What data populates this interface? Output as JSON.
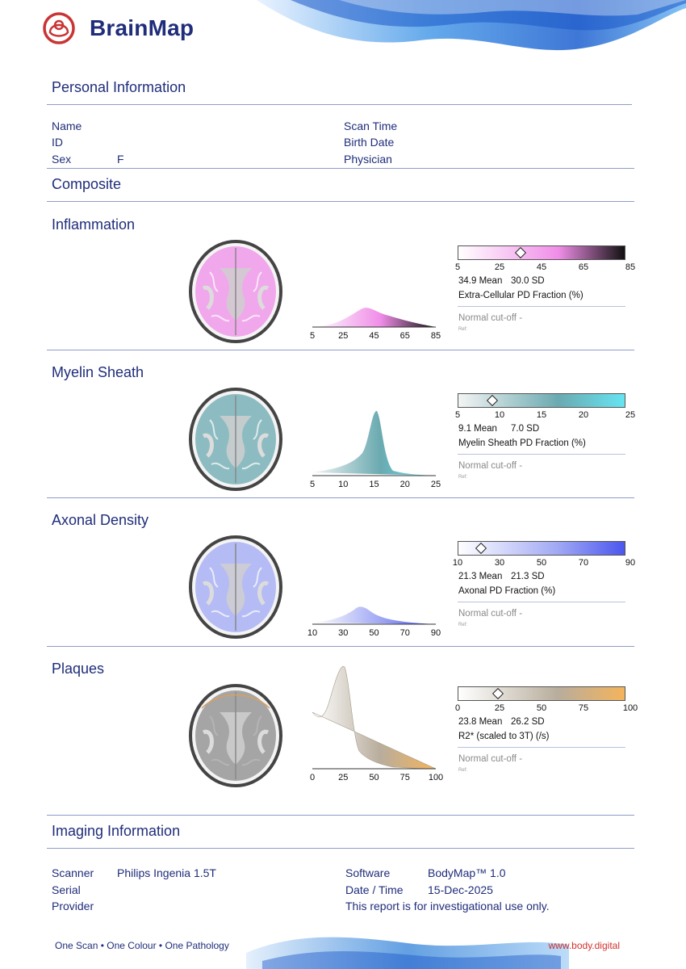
{
  "header": {
    "brand": "BrainMap"
  },
  "personal": {
    "title": "Personal Information",
    "name_label": "Name",
    "name_value": "",
    "id_label": "ID",
    "id_value": "",
    "sex_label": "Sex",
    "sex_value": "F",
    "scan_time_label": "Scan Time",
    "scan_time_value": "",
    "birth_date_label": "Birth Date",
    "birth_date_value": "",
    "physician_label": "Physician",
    "physician_value": ""
  },
  "composite": {
    "title": "Composite"
  },
  "panels": [
    {
      "title": "Inflammation",
      "ticks": [
        "5",
        "25",
        "45",
        "65",
        "85"
      ],
      "min": 5,
      "max": 85,
      "mean_text": "34.9 Mean",
      "sd_text": "30.0 SD",
      "mean": 34.9,
      "metric": "Extra-Cellular PD Fraction (%)",
      "cutoff": "Normal cut-off -",
      "ref": "Ref:",
      "colors": {
        "start": "#ffffff",
        "mid": "#f08ee8",
        "end": "#111111"
      }
    },
    {
      "title": "Myelin Sheath",
      "ticks": [
        "5",
        "10",
        "15",
        "20",
        "25"
      ],
      "min": 5,
      "max": 25,
      "mean_text": "9.1 Mean",
      "sd_text": "7.0 SD",
      "mean": 9.1,
      "metric": "Myelin Sheath PD Fraction (%)",
      "cutoff": "Normal cut-off -",
      "ref": "Ref:",
      "colors": {
        "start": "#f4f4f4",
        "mid": "#6aaab0",
        "end": "#66e4f2"
      }
    },
    {
      "title": "Axonal Density",
      "ticks": [
        "10",
        "30",
        "50",
        "70",
        "90"
      ],
      "min": 10,
      "max": 90,
      "mean_text": "21.3 Mean",
      "sd_text": "21.3 SD",
      "mean": 21.3,
      "metric": "Axonal PD Fraction (%)",
      "cutoff": "Normal cut-off -",
      "ref": "Ref:",
      "colors": {
        "start": "#ffffff",
        "mid": "#a0a8f4",
        "end": "#4b56ee"
      }
    },
    {
      "title": "Plaques",
      "ticks": [
        "0",
        "25",
        "50",
        "75",
        "100"
      ],
      "min": 0,
      "max": 100,
      "mean_text": "23.8 Mean",
      "sd_text": "26.2 SD",
      "mean": 23.8,
      "metric": "R2* (scaled to 3T) (/s)",
      "cutoff": "Normal cut-off -",
      "ref": "Ref:",
      "colors": {
        "start": "#ffffff",
        "mid": "#b8ad9c",
        "end": "#f4b45c"
      }
    }
  ],
  "imaging": {
    "title": "Imaging Information",
    "scanner_label": "Scanner",
    "scanner_value": "Philips Ingenia 1.5T",
    "serial_label": "Serial",
    "serial_value": "",
    "provider_label": "Provider",
    "provider_value": "",
    "software_label": "Software",
    "software_value": "BodyMap™ 1.0",
    "datetime_label": "Date / Time",
    "datetime_value": "15-Dec-2025",
    "disclaimer": "This report is for investigational use only."
  },
  "footer": {
    "tagline": "One Scan • One Colour • One Pathology",
    "website": "www.body.digital"
  },
  "colors": {
    "navy": "#1f2d7a",
    "red": "#d0312d",
    "wave": "#2f80d8"
  }
}
